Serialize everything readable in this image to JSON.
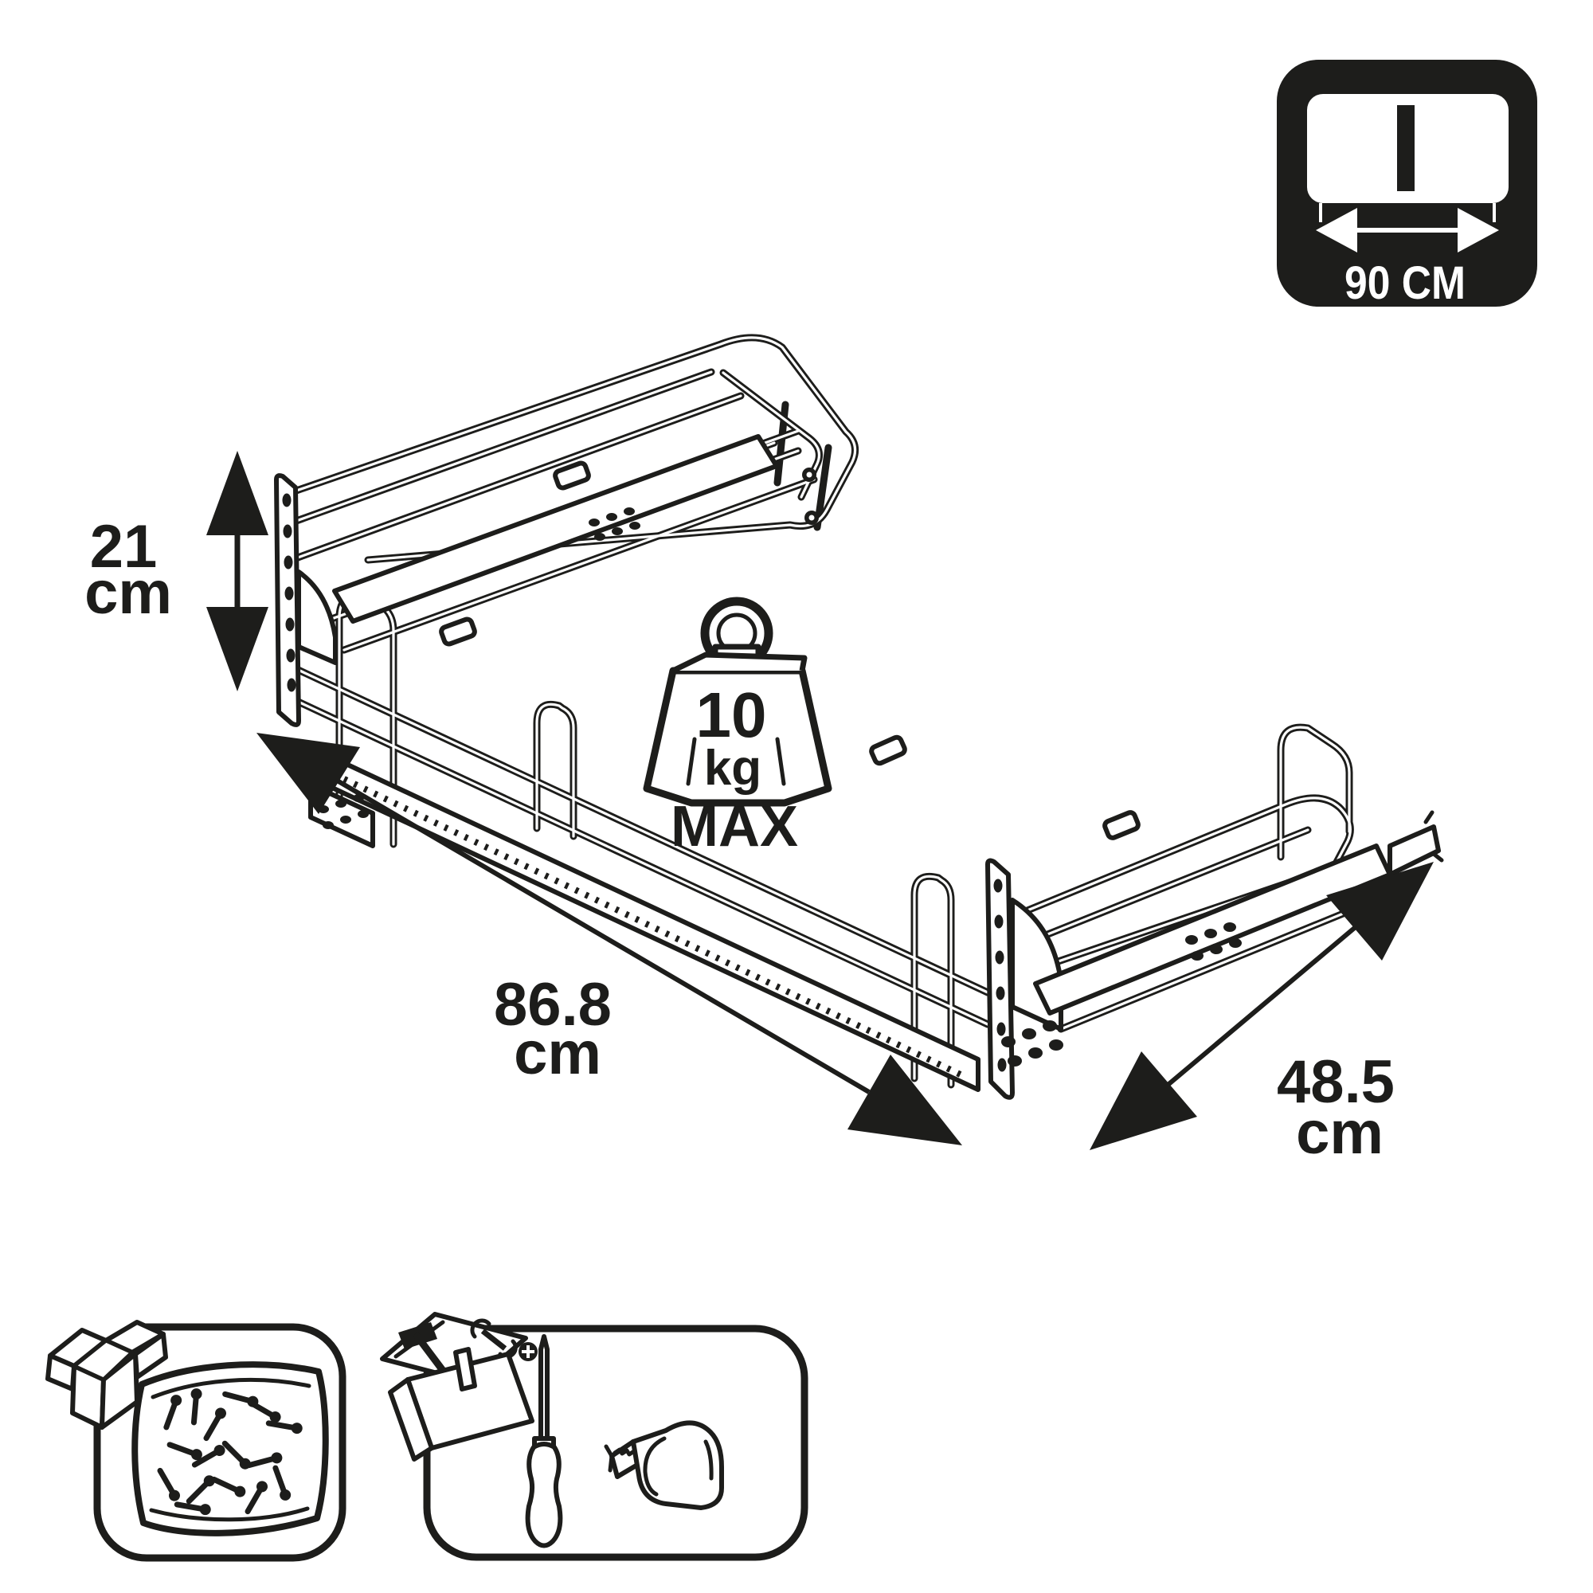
{
  "colors": {
    "ink": "#1d1d1b",
    "paper": "#ffffff"
  },
  "badge": {
    "label": "90 CM",
    "icon": "cabinet-width-icon"
  },
  "annotations": {
    "height": {
      "value": "21",
      "unit": "cm"
    },
    "length": {
      "value": "86.8",
      "unit": "cm"
    },
    "depth": {
      "value": "48.5",
      "unit": "cm"
    },
    "max_load": {
      "value": "10",
      "unit": "kg",
      "qualifier": "MAX",
      "icon": "weight-icon"
    }
  },
  "drawing": {
    "subject": "pull-out-wire-basket-line-drawing"
  },
  "footer": {
    "hardware_card": {
      "icons": [
        "open-box-icon",
        "screws-bag-icon"
      ]
    },
    "tools_card": {
      "icons": [
        "toolbox-icon",
        "phillips-screwdriver-icon",
        "tape-measure-icon"
      ]
    }
  }
}
